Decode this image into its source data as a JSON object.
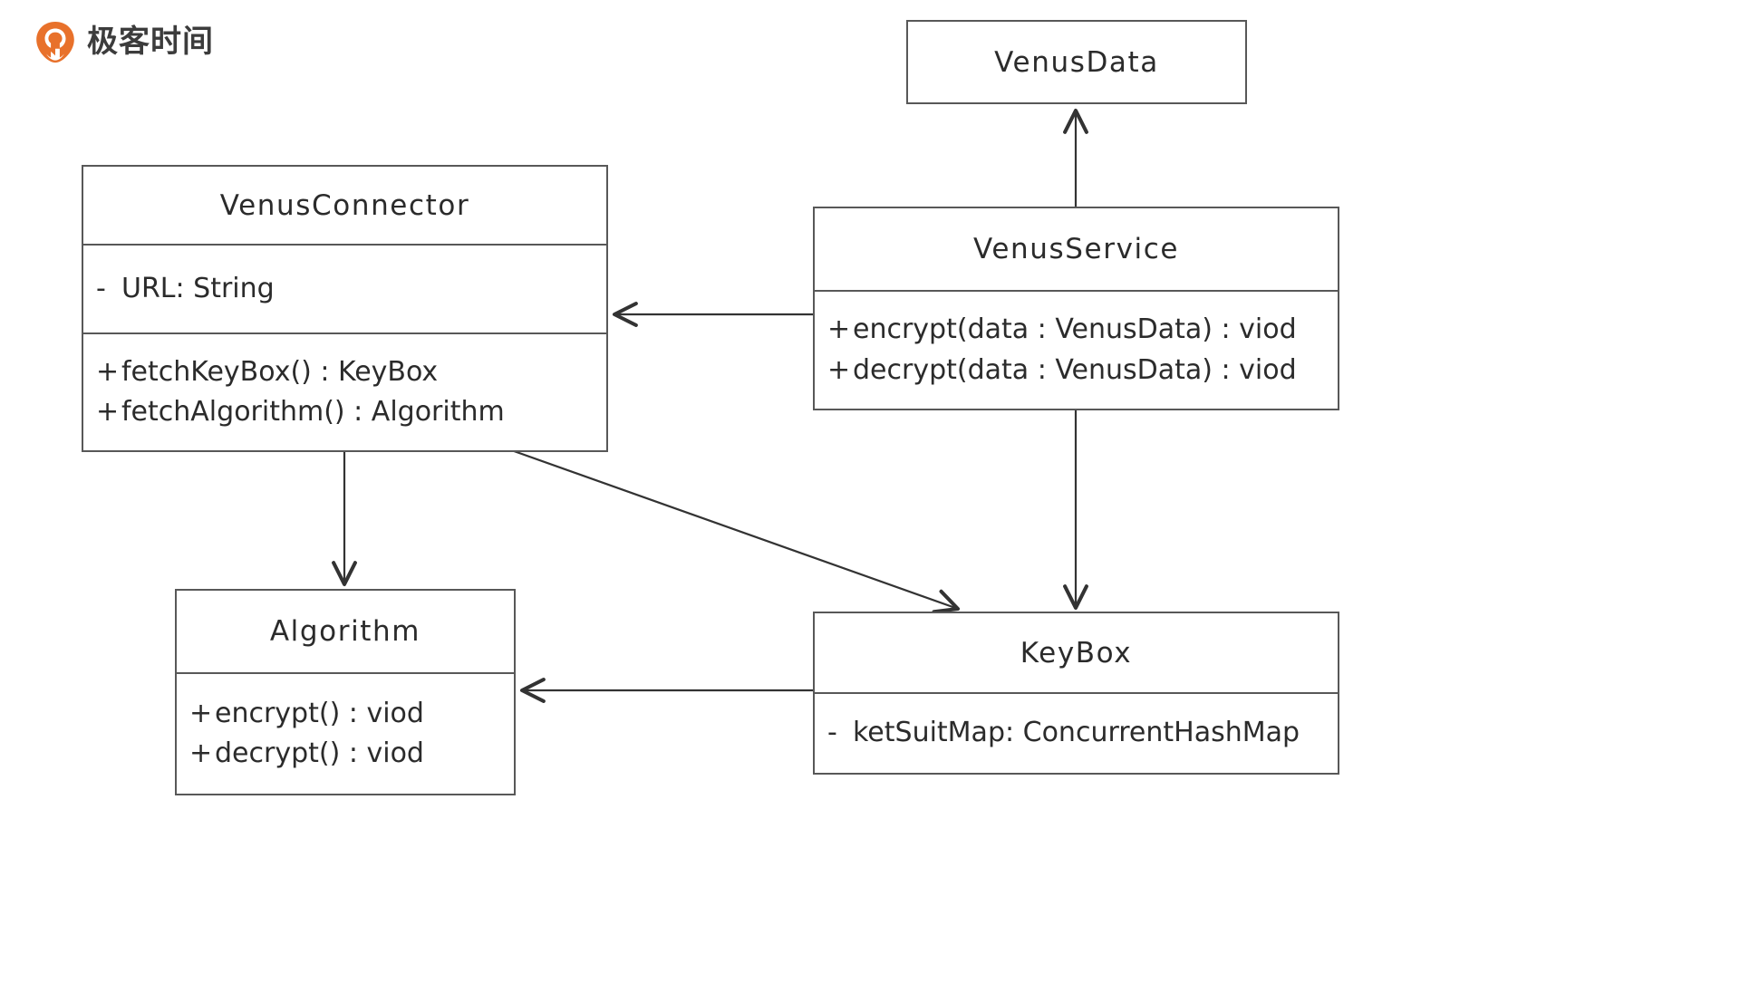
{
  "brand": {
    "name": "极客时间",
    "logo_icon": "geek-time-logo-icon",
    "logo_color": "#E8712B"
  },
  "diagram": {
    "type": "uml-class-diagram",
    "stroke_color": "#585858",
    "text_color": "#2b2b2b",
    "background": "#ffffff",
    "classes": [
      {
        "id": "venus-data",
        "name": "VenusData",
        "attributes": [],
        "methods": []
      },
      {
        "id": "venus-connector",
        "name": "VenusConnector",
        "attributes": [
          {
            "visibility": "-",
            "text": "URL: String"
          }
        ],
        "methods": [
          {
            "visibility": "+",
            "text": "fetchKeyBox() : KeyBox"
          },
          {
            "visibility": "+",
            "text": "fetchAlgorithm() : Algorithm"
          }
        ]
      },
      {
        "id": "venus-service",
        "name": "VenusService",
        "attributes": [],
        "methods": [
          {
            "visibility": "+",
            "text": "encrypt(data : VenusData) : viod"
          },
          {
            "visibility": "+",
            "text": "decrypt(data : VenusData) : viod"
          }
        ]
      },
      {
        "id": "algorithm",
        "name": "Algorithm",
        "attributes": [],
        "methods": [
          {
            "visibility": "+",
            "text": "encrypt() : viod"
          },
          {
            "visibility": "+",
            "text": "decrypt() : viod"
          }
        ]
      },
      {
        "id": "key-box",
        "name": "KeyBox",
        "attributes": [
          {
            "visibility": "-",
            "text": "ketSuitMap: ConcurrentHashMap"
          }
        ],
        "methods": []
      }
    ],
    "relations": [
      {
        "id": "service-to-data",
        "from": "VenusService",
        "to": "VenusData",
        "arrow": "open"
      },
      {
        "id": "service-to-connector",
        "from": "VenusService",
        "to": "VenusConnector",
        "arrow": "open"
      },
      {
        "id": "connector-to-algorithm",
        "from": "VenusConnector",
        "to": "Algorithm",
        "arrow": "open"
      },
      {
        "id": "connector-to-keybox",
        "from": "VenusConnector",
        "to": "KeyBox",
        "arrow": "open"
      },
      {
        "id": "service-to-keybox",
        "from": "VenusService",
        "to": "KeyBox",
        "arrow": "open"
      },
      {
        "id": "keybox-to-algorithm",
        "from": "KeyBox",
        "to": "Algorithm",
        "arrow": "open"
      }
    ]
  }
}
